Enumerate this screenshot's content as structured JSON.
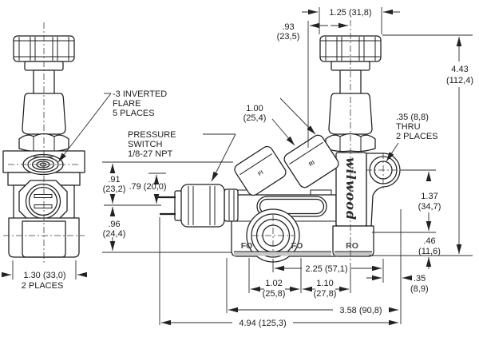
{
  "drawing": {
    "brand_logo": "wilwood",
    "callouts": {
      "flare_1": "-3 INVERTED",
      "flare_2": "FLARE",
      "flare_3": "5 PLACES",
      "switch_1": "PRESSURE",
      "switch_2": "SWITCH",
      "switch_3": "1/8-27 NPT",
      "thru_1": ".35 (8,8)",
      "thru_2": "THRU",
      "thru_3": "2 PLACES"
    },
    "ports": {
      "front_inlet": "FI",
      "rear_inlet": "RI",
      "front_outlet_a": "FO",
      "front_outlet_b": "FO",
      "rear_outlet": "RO"
    },
    "dimensions": {
      "knob_width": "1.25 (31,8)",
      "knob_offset_in": ".93",
      "knob_offset_mm": "(23,5)",
      "overall_height_in": "4.43",
      "overall_height_mm": "(112,4)",
      "inlet_spacing_in": "1.00",
      "inlet_spacing_mm": "(25,4)",
      "upper_port_in": ".91",
      "upper_port_mm": "(23,2)",
      "switch_center": ".79 (20,0)",
      "lower_port_in": ".96",
      "lower_port_mm": "(24,4)",
      "side_width": "1.30 (33,0)",
      "side_width_note": "2 PLACES",
      "hole_to_base_in": "1.37",
      "hole_to_base_mm": "(34,7)",
      "base_lip_in": ".46",
      "base_lip_mm": "(11,6)",
      "outlet_to_hole": "2.25 (57,1)",
      "front_outlet_spacing_in": "1.02",
      "front_outlet_spacing_mm": "(25,8)",
      "front_rear_spacing_in": "1.10",
      "front_rear_spacing_mm": "(27,8)",
      "hole_edge_in": ".35",
      "hole_edge_mm": "(8,9)",
      "body_length": "3.58 (90,8)",
      "overall_length": "4.94 (125,3)"
    }
  }
}
